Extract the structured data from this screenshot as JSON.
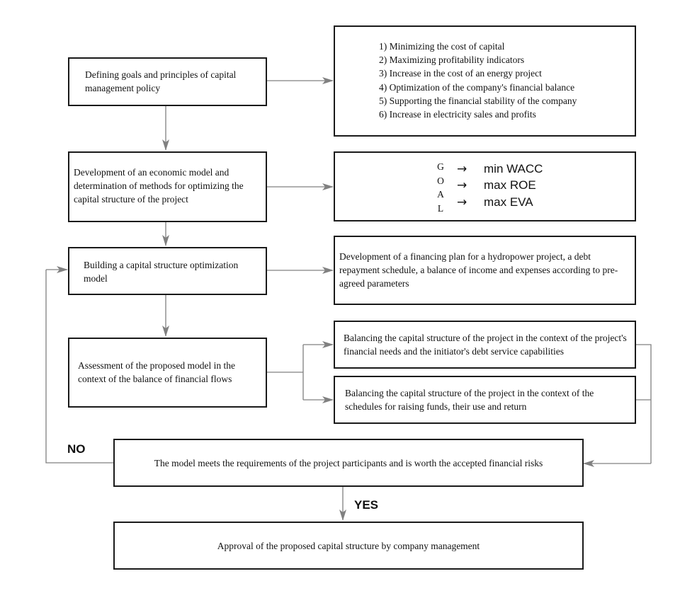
{
  "steps": {
    "goals": "Defining goals and principles of capital management policy",
    "model_dev": "Development of an economic model and determination of methods for optimizing the capital structure of the project",
    "building": "Building a capital structure optimization model",
    "assessment": "Assessment of the proposed model in the context of the balance of financial flows",
    "decision": "The model meets the requirements of the project participants and is worth the accepted financial risks",
    "approval": "Approval of the proposed capital structure by company management"
  },
  "goals_list": [
    "1) Minimizing the cost of capital",
    "2) Maximizing profitability indicators",
    "3) Increase in the cost of an energy project",
    "4) Optimization of the company's financial balance",
    "5) Supporting the financial stability of the company",
    "6) Increase in electricity sales and profits"
  ],
  "goal_block": {
    "letters": [
      "G",
      "O",
      "A",
      "L"
    ],
    "arrow": "→",
    "targets": [
      "min WACC",
      "max ROE",
      "max EVA"
    ]
  },
  "financing_plan": "Development of a financing plan for a hydropower project, a debt repayment schedule, a balance of income and expenses according to pre-agreed parameters",
  "balancing": [
    "Balancing the capital structure of the project in the context of the project's financial needs and the initiator's debt service capabilities",
    "Balancing the capital structure of the project in the context of the schedules for raising funds, their use and return"
  ],
  "labels": {
    "no": "NO",
    "yes": "YES"
  },
  "colors": {
    "border": "#1a1a1a",
    "connector": "#808080"
  }
}
